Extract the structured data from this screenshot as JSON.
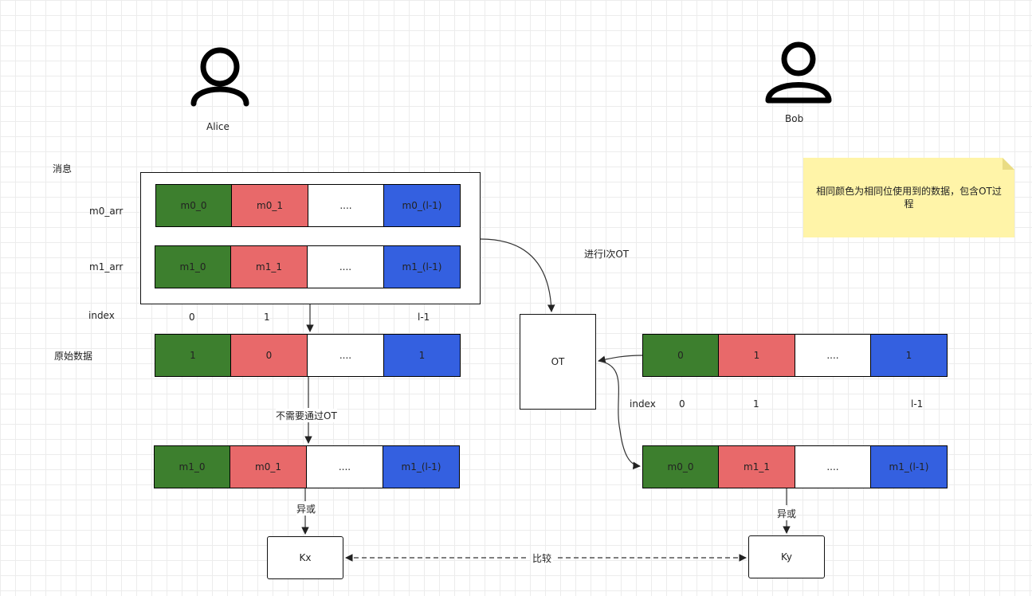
{
  "alice": {
    "name": "Alice"
  },
  "bob": {
    "name": "Bob"
  },
  "labels": {
    "message": "消息",
    "m0_arr": "m0_arr",
    "m1_arr": "m1_arr",
    "index": "index",
    "raw_data": "原始数据",
    "no_ot_needed": "不需要通过OT",
    "xor_left": "异或",
    "xor_right": "异或",
    "ot_times": "进行l次OT",
    "compare": "比较"
  },
  "note": {
    "text": "相同颜色为相同位使用到的数据，包含OT过程"
  },
  "rows": {
    "m0_arr": [
      "m0_0",
      "m0_1",
      "....",
      "m0_(l-1)"
    ],
    "m1_arr": [
      "m1_0",
      "m1_1",
      "....",
      "m1_(l-1)"
    ],
    "alice_index": [
      "0",
      "1",
      "l-1"
    ],
    "alice_raw": [
      "1",
      "0",
      "....",
      "1"
    ],
    "alice_result": [
      "m1_0",
      "m0_1",
      "....",
      "m1_(l-1)"
    ],
    "bob_choice": [
      "0",
      "1",
      "....",
      "1"
    ],
    "bob_index": [
      "0",
      "1",
      "l-1"
    ],
    "bob_result": [
      "m0_0",
      "m1_1",
      "....",
      "m1_(l-1)"
    ]
  },
  "boxes": {
    "ot": "OT",
    "kx": "Kx",
    "ky": "Ky"
  },
  "colors": {
    "green": "#3d7f2e",
    "red": "#e8696a",
    "white": "#ffffff",
    "blue": "#3460e0",
    "note": "#fff4a8"
  },
  "icons": {
    "alice_avatar": "user-icon",
    "bob_avatar": "user-icon"
  }
}
